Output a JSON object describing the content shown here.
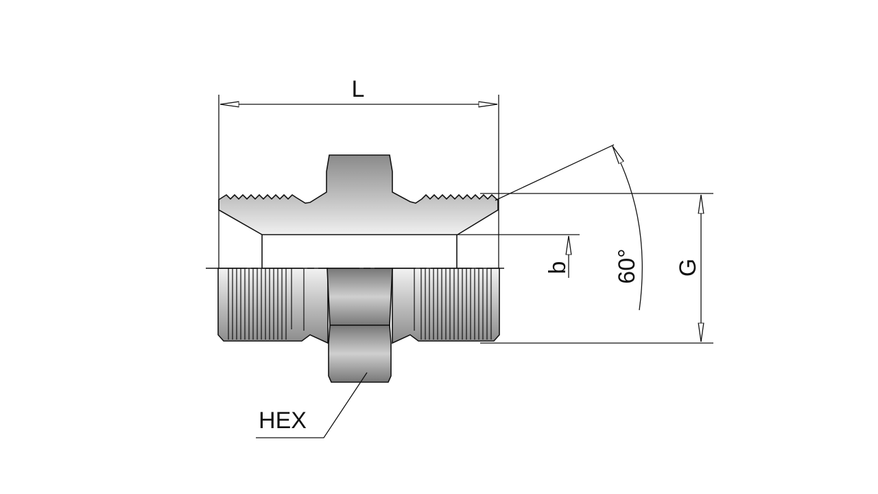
{
  "diagram": {
    "labels": {
      "length": "L",
      "thread_diameter": "G",
      "bore": "b",
      "angle": "60°",
      "hex": "HEX"
    },
    "colors": {
      "line": "#111111",
      "fill_dark": "#8a8a8a",
      "fill_light": "#f2f2f2"
    }
  }
}
